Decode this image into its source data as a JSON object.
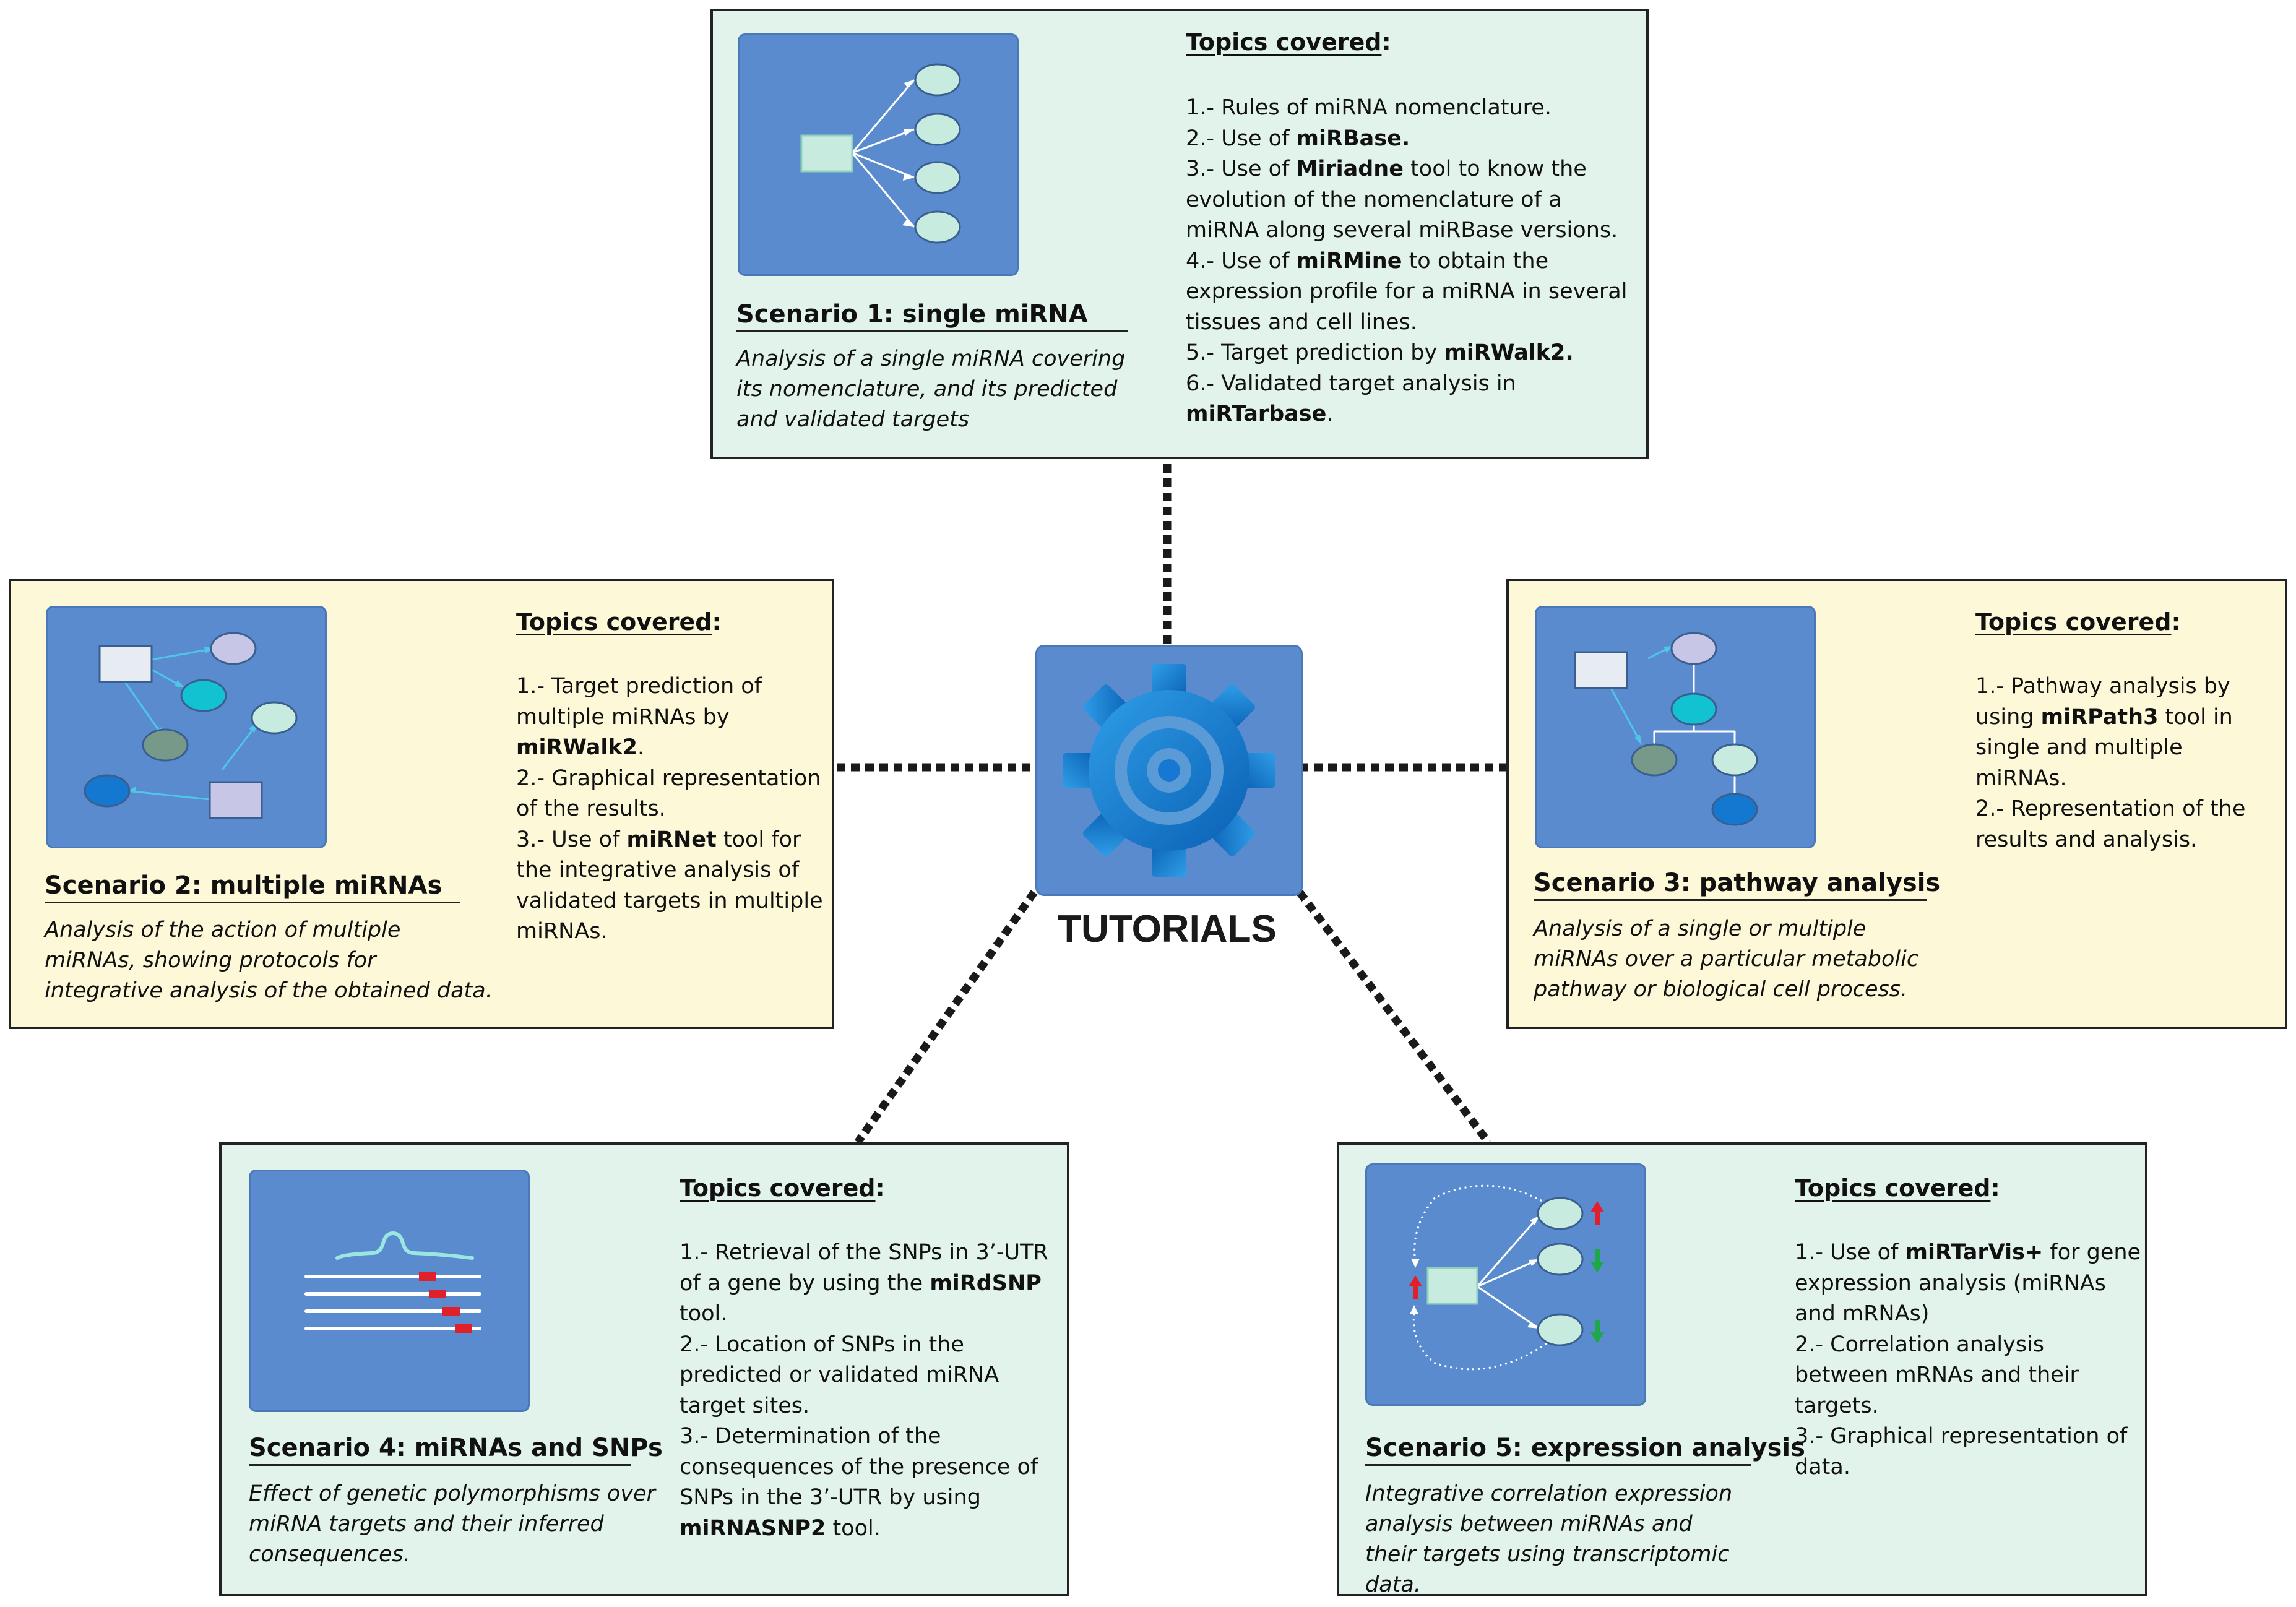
{
  "hub": {
    "label": "TUTORIALS",
    "icon": "gear-icon"
  },
  "colors": {
    "panel_green": "#e2f3eb",
    "panel_yellow": "#fdf9d8",
    "thumb_blue": "#5a8bcf",
    "gear_blue": "#1678d2",
    "up_arrow": "#e0202a",
    "down_arrow": "#1fa84a",
    "snp_marker": "#e0202a"
  },
  "topics_heading": "Topics covered",
  "topics_colon": ":",
  "scenarios": [
    {
      "title": "Scenario 1: single miRNA",
      "description": "Analysis of a single miRNA covering its nomenclature, and its predicted and validated targets",
      "topics": [
        [
          {
            "t": "1.- Rules of miRNA nomenclature."
          }
        ],
        [
          {
            "t": "2.- Use of "
          },
          {
            "t": "miRBase.",
            "b": true
          }
        ],
        [
          {
            "t": "3.- Use of "
          },
          {
            "t": "Miriadne",
            "b": true
          },
          {
            "t": " tool to know the evolution of the nomenclature of a miRNA along several miRBase versions."
          }
        ],
        [
          {
            "t": "4.- Use of "
          },
          {
            "t": "miRMine",
            "b": true
          },
          {
            "t": " to obtain the expression profile for a miRNA in several tissues and cell lines."
          }
        ],
        [
          {
            "t": "5.- Target prediction by "
          },
          {
            "t": "miRWalk2.",
            "b": true
          }
        ],
        [
          {
            "t": "6.- Validated target analysis in "
          },
          {
            "t": "miRTarbase",
            "b": true
          },
          {
            "t": "."
          }
        ]
      ]
    },
    {
      "title": "Scenario 2: multiple miRNAs",
      "description": "Analysis of the action of multiple miRNAs, showing protocols for integrative analysis of the obtained data.",
      "topics": [
        [
          {
            "t": "1.- Target prediction of multiple miRNAs by "
          },
          {
            "t": "miRWalk2",
            "b": true
          },
          {
            "t": "."
          }
        ],
        [
          {
            "t": "2.- Graphical representation of the results."
          }
        ],
        [
          {
            "t": "3.- Use of "
          },
          {
            "t": "miRNet",
            "b": true
          },
          {
            "t": " tool for the integrative analysis of validated targets in multiple miRNAs."
          }
        ]
      ]
    },
    {
      "title": "Scenario 3: pathway analysis",
      "description": "Analysis of a single or multiple miRNAs over a particular metabolic pathway or biological cell process.",
      "topics": [
        [
          {
            "t": "1.- Pathway analysis by using "
          },
          {
            "t": "miRPath3",
            "b": true
          },
          {
            "t": " tool in single and multiple miRNAs."
          }
        ],
        [
          {
            "t": "2.- Representation of the results and analysis."
          }
        ]
      ]
    },
    {
      "title": "Scenario 4: miRNAs and SNPs",
      "description": "Effect of genetic polymorphisms over miRNA targets and their inferred consequences.",
      "topics": [
        [
          {
            "t": "1.- Retrieval of the SNPs in 3’-UTR of a gene by using the "
          },
          {
            "t": "miRdSNP",
            "b": true
          },
          {
            "t": " tool."
          }
        ],
        [
          {
            "t": "2.- Location of SNPs in the predicted or validated miRNA target sites."
          }
        ],
        [
          {
            "t": "3.- Determination of the consequences of the presence of SNPs in the 3’-UTR by using "
          },
          {
            "t": "miRNASNP2",
            "b": true
          },
          {
            "t": " tool."
          }
        ]
      ]
    },
    {
      "title": "Scenario 5: expression analysis",
      "description": "Integrative correlation expression analysis between miRNAs and their targets using transcriptomic data.",
      "topics": [
        [
          {
            "t": "1.- Use of "
          },
          {
            "t": "miRTarVis+",
            "b": true
          },
          {
            "t": " for gene expression analysis (miRNAs and mRNAs)"
          }
        ],
        [
          {
            "t": "2.- Correlation analysis between mRNAs and their targets."
          }
        ],
        [
          {
            "t": "3.- Graphical representation of data."
          }
        ]
      ]
    }
  ]
}
